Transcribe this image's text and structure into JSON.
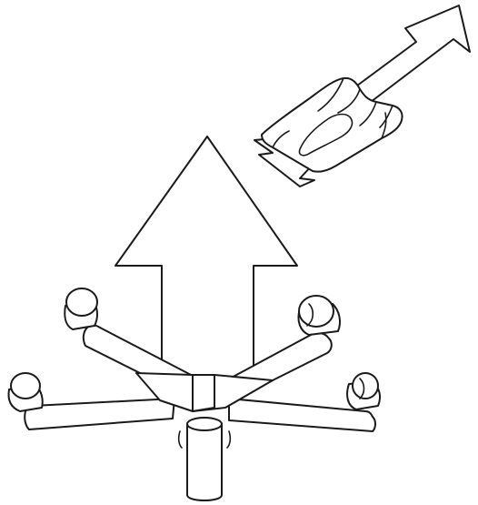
{
  "figure": {
    "kind": "assembly-instruction",
    "steps": [
      {
        "name": "remove-clip",
        "arrow_direction": "up-right",
        "icon": "clip-icon"
      },
      {
        "name": "lift-chair-base",
        "arrow_direction": "up",
        "icon": "chair-base-icon"
      }
    ]
  },
  "colors": {
    "line": "#1a1a1a",
    "fill": "#ffffff",
    "background": "#ffffff"
  }
}
